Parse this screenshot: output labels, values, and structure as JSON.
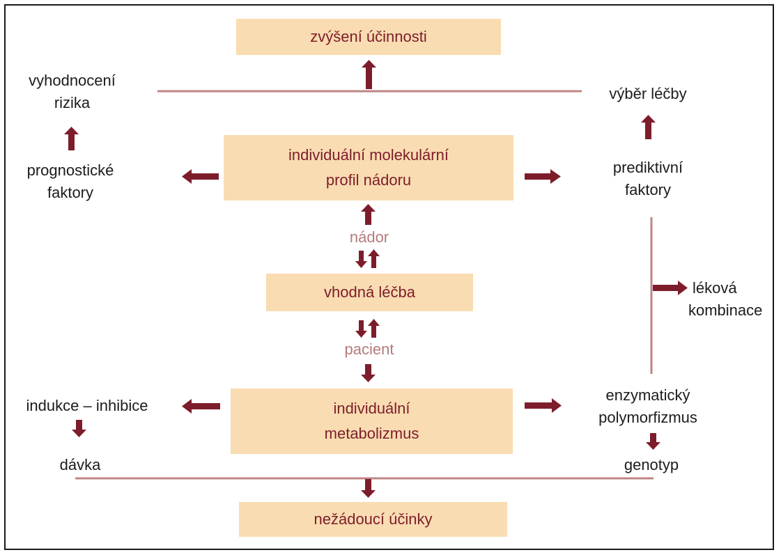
{
  "diagram": {
    "boxes": {
      "top": "zvýšení účinnosti",
      "molecular_line1": "individuální molekulární",
      "molecular_line2": "profil nádoru",
      "treatment": "vhodná léčba",
      "metabolism_line1": "individuální",
      "metabolism_line2": "metabolizmus",
      "bottom": "nežádoucí účinky"
    },
    "labels": {
      "risk_line1": "vyhodnocení",
      "risk_line2": "rizika",
      "therapy_choice": "výběr léčby",
      "prognostic_line1": "prognostické",
      "prognostic_line2": "faktory",
      "predictive_line1": "prediktivní",
      "predictive_line2": "faktory",
      "tumor": "nádor",
      "patient": "pacient",
      "drug_combo_line1": "léková",
      "drug_combo_line2": "kombinace",
      "induction": "indukce – inhibice",
      "dose": "dávka",
      "enzymatic_line1": "enzymatický",
      "enzymatic_line2": "polymorfizmus",
      "genotype": "genotyp"
    },
    "colors": {
      "box_fill": "#f9dcb1",
      "box_text": "#7d1d2b",
      "arrow": "#7d1d2b",
      "line": "#c08585",
      "muted_text": "#b57b7c"
    }
  }
}
